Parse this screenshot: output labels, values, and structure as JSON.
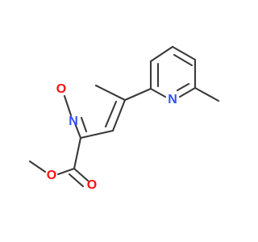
{
  "molecule": {
    "atoms": [
      {
        "id": "O_ring",
        "label": "O",
        "color": "#ff0d0d"
      },
      {
        "id": "N_isoxazole",
        "label": "N",
        "color": "#3050f8"
      },
      {
        "id": "N_pyridine",
        "label": "N",
        "color": "#3050f8"
      },
      {
        "id": "O_carbonyl",
        "label": "O",
        "color": "#ff0d0d"
      },
      {
        "id": "O_ester",
        "label": "O",
        "color": "#ff0d0d"
      }
    ],
    "bond_color": "#3a3a3a"
  }
}
